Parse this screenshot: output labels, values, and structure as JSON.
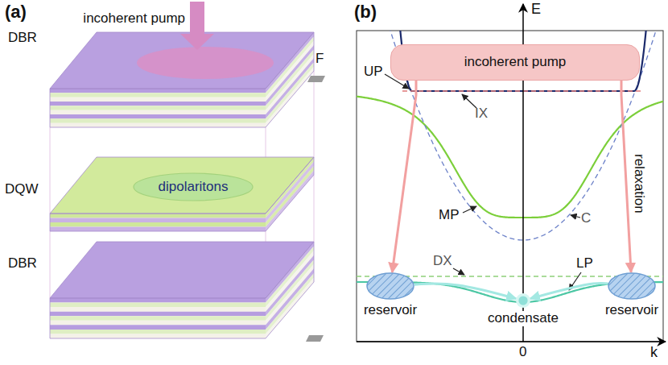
{
  "diagram": {
    "nodes": [
      {
        "text": [
          "dipolaritons"
        ]
      },
      {
        "text": [
          "incoherent pump"
        ]
      },
      {
        "text": [
          "reservoir"
        ]
      },
      {
        "text": [
          "reservoir"
        ]
      },
      {
        "text": [
          "condensate"
        ]
      }
    ],
    "edges": [
      {
        "from": 1,
        "to": 2,
        "arrow": "to"
      },
      {
        "from": 1,
        "to": 3,
        "arrow": "to",
        "label": "relaxation"
      },
      {
        "from": 2,
        "to": 4,
        "arrow": "to"
      },
      {
        "from": 3,
        "to": 4,
        "arrow": "to"
      }
    ],
    "labels": [
      "(a)",
      "(b)",
      "incoherent pump",
      "DBR",
      "DQW",
      "DBR",
      "F",
      "E",
      "UP",
      "IX",
      "MP",
      "C",
      "DX",
      "LP",
      "0",
      "k"
    ]
  }
}
